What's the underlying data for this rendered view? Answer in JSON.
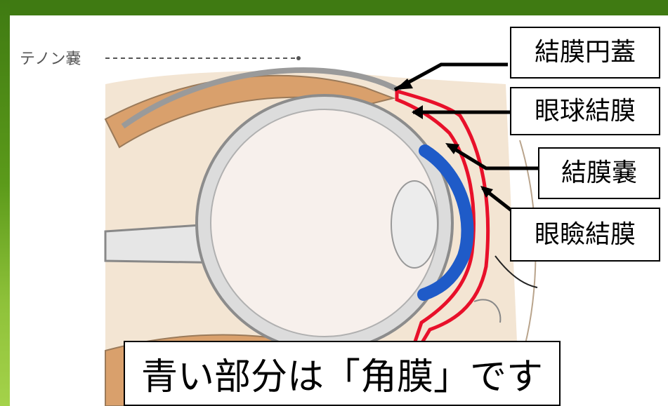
{
  "labels": {
    "tenon_capsule": "テノン嚢",
    "conjunctival_fornix": "結膜円蓋",
    "bulbar_conjunctiva": "眼球結膜",
    "conjunctival_sac": "結膜嚢",
    "palpebral_conjunctiva": "眼瞼結膜"
  },
  "caption": "青い部分は「角膜」です",
  "colors": {
    "frame_green": "#3f7a12",
    "cornea_blue": "#1f5bc8",
    "conjunctiva_red": "#e8102a",
    "tissue": "#f3e5d3",
    "muscle": "#d9a06c"
  }
}
